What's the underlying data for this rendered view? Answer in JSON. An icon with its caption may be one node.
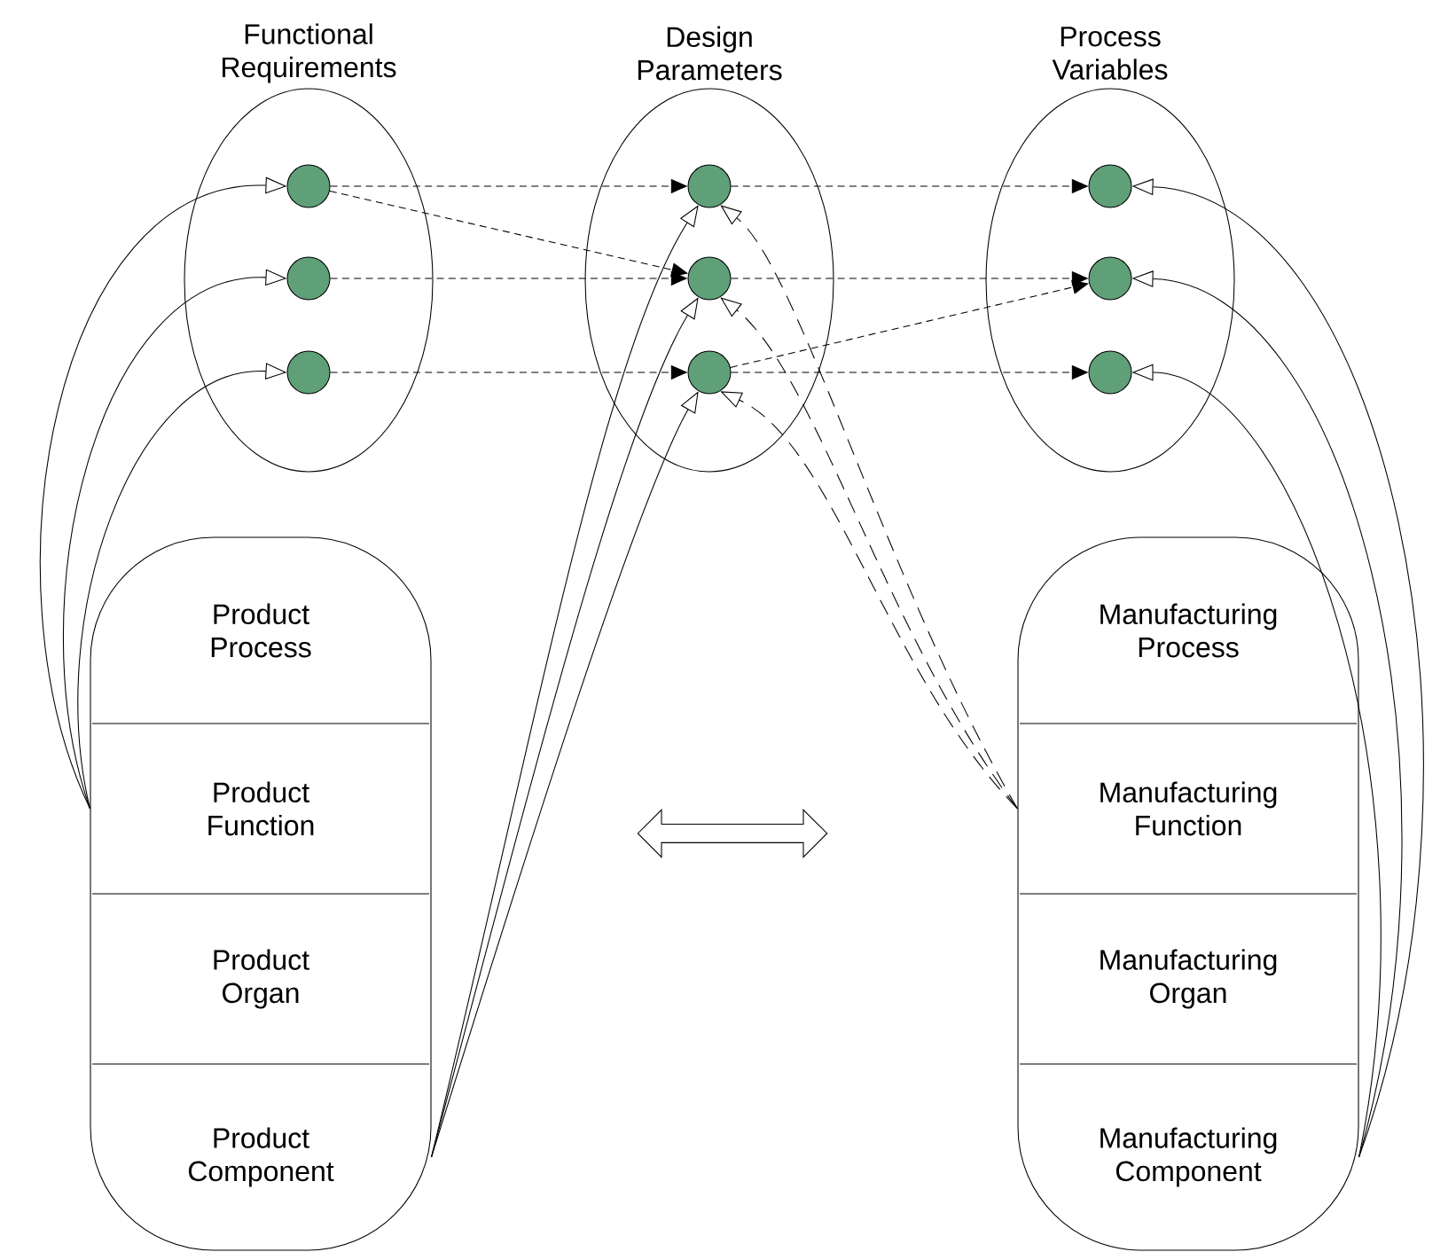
{
  "diagram": {
    "nodes": [
      {
        "text": [
          "Functional Requirements"
        ]
      },
      {
        "text": [],
        "shape": "circle",
        "in": 0
      },
      {
        "text": [],
        "shape": "circle",
        "in": 0
      },
      {
        "text": [],
        "shape": "circle",
        "in": 0
      },
      {
        "text": [
          "Design Parameters"
        ]
      },
      {
        "text": [],
        "shape": "circle",
        "in": 4
      },
      {
        "text": [],
        "shape": "circle",
        "in": 4
      },
      {
        "text": [],
        "shape": "circle",
        "in": 4
      },
      {
        "text": [
          "Process Variables"
        ]
      },
      {
        "text": [],
        "shape": "circle",
        "in": 8
      },
      {
        "text": [],
        "shape": "circle",
        "in": 8
      },
      {
        "text": [],
        "shape": "circle",
        "in": 8
      },
      {
        "text": [],
        "shape": "box"
      },
      {
        "text": [
          "Product Process"
        ],
        "in": 12
      },
      {
        "text": [
          "Product Function"
        ],
        "in": 12
      },
      {
        "text": [
          "Product Organ"
        ],
        "in": 12
      },
      {
        "text": [
          "Product Component"
        ],
        "in": 12
      },
      {
        "text": [],
        "shape": "box"
      },
      {
        "text": [
          "Manufacturing Process"
        ],
        "in": 17
      },
      {
        "text": [
          "Manufacturing Function"
        ],
        "in": 17
      },
      {
        "text": [
          "Manufacturing Organ"
        ],
        "in": 17
      },
      {
        "text": [
          "Manufacturing Component"
        ],
        "in": 17
      },
      {
        "text": [],
        "shape": "arrow"
      }
    ],
    "edges": [
      {
        "from": 14,
        "to": 1,
        "arrow": "to"
      },
      {
        "from": 14,
        "to": 2,
        "arrow": "to"
      },
      {
        "from": 14,
        "to": 3,
        "arrow": "to"
      },
      {
        "from": 16,
        "to": 5,
        "arrow": "to"
      },
      {
        "from": 16,
        "to": 6,
        "arrow": "to"
      },
      {
        "from": 16,
        "to": 7,
        "arrow": "to"
      },
      {
        "from": 19,
        "to": 5,
        "arrow": "to",
        "style": "dashed"
      },
      {
        "from": 19,
        "to": 6,
        "arrow": "to",
        "style": "dashed"
      },
      {
        "from": 19,
        "to": 7,
        "arrow": "to",
        "style": "dashed"
      },
      {
        "from": 21,
        "to": 9,
        "arrow": "to"
      },
      {
        "from": 21,
        "to": 10,
        "arrow": "to"
      },
      {
        "from": 21,
        "to": 11,
        "arrow": "to"
      },
      {
        "from": 1,
        "to": 5,
        "arrow": "to",
        "style": "dashed"
      },
      {
        "from": 1,
        "to": 6,
        "arrow": "to",
        "style": "dashed"
      },
      {
        "from": 2,
        "to": 6,
        "arrow": "to",
        "style": "dashed"
      },
      {
        "from": 3,
        "to": 7,
        "arrow": "to",
        "style": "dashed"
      },
      {
        "from": 5,
        "to": 9,
        "arrow": "to",
        "style": "dashed"
      },
      {
        "from": 6,
        "to": 10,
        "arrow": "to",
        "style": "dashed"
      },
      {
        "from": 7,
        "to": 10,
        "arrow": "to",
        "style": "dashed"
      },
      {
        "from": 7,
        "to": 11,
        "arrow": "to",
        "style": "dashed"
      }
    ]
  }
}
